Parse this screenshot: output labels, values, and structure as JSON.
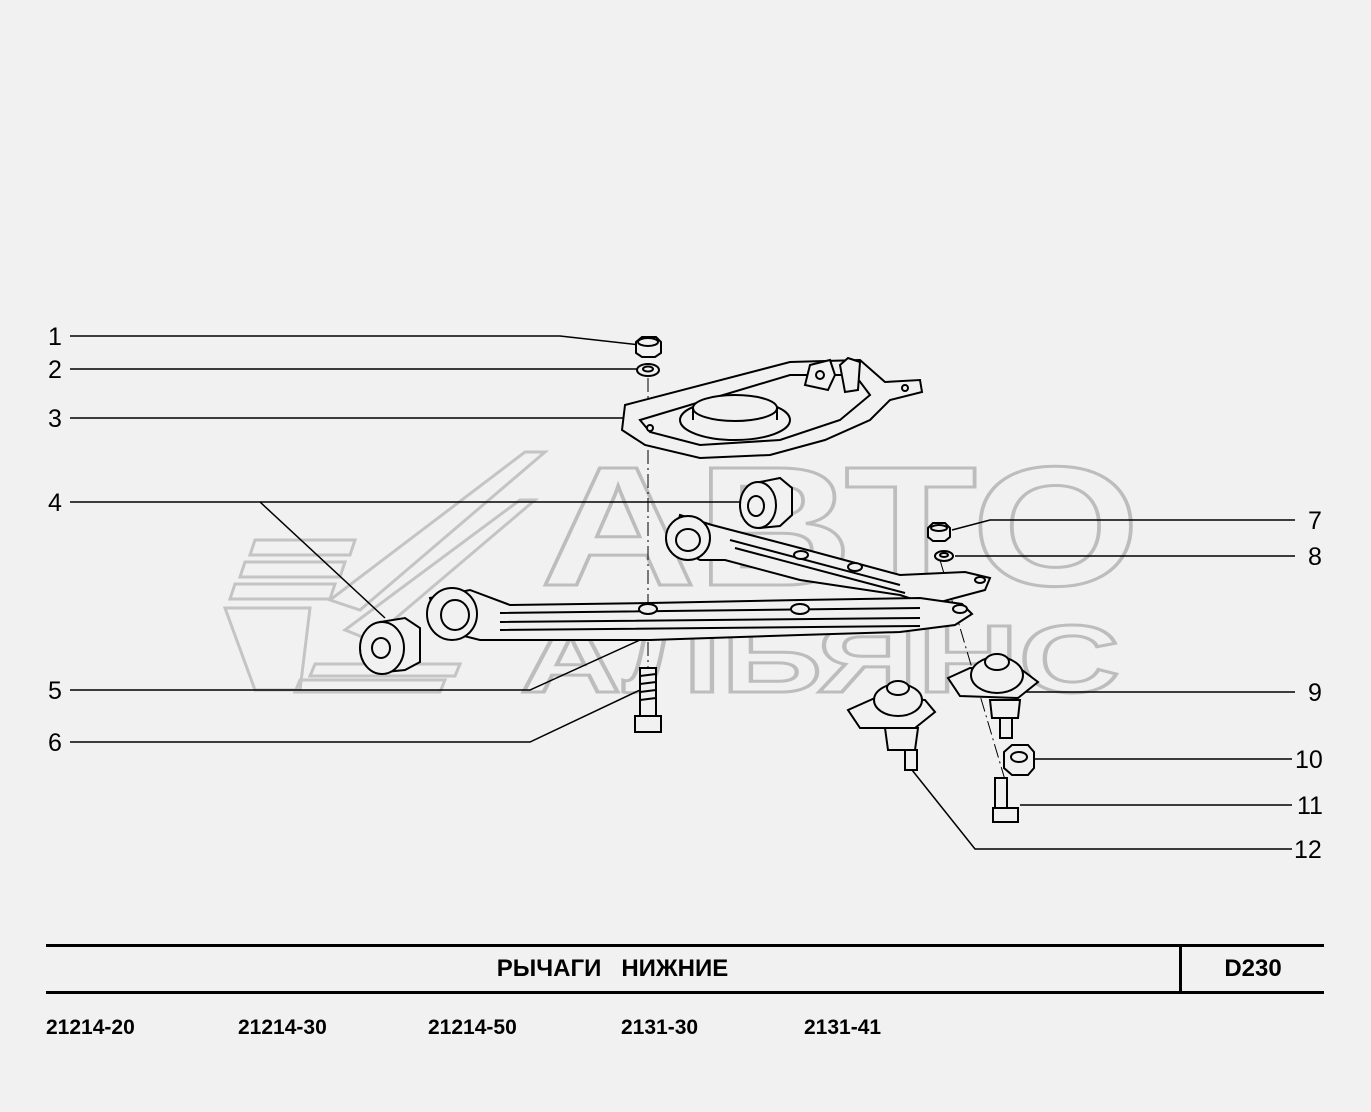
{
  "diagram": {
    "watermark": {
      "line1": "АВТО",
      "line2": "АЛЬЯНС"
    },
    "callouts": [
      "1",
      "2",
      "3",
      "4",
      "5",
      "6",
      "7",
      "8",
      "9",
      "10",
      "11",
      "12"
    ]
  },
  "title_block": {
    "title": "РЫЧАГИ   НИЖНИЕ",
    "code": "D230"
  },
  "models": [
    "21214-20",
    "21214-30",
    "21214-50",
    "2131-30",
    "2131-41"
  ]
}
